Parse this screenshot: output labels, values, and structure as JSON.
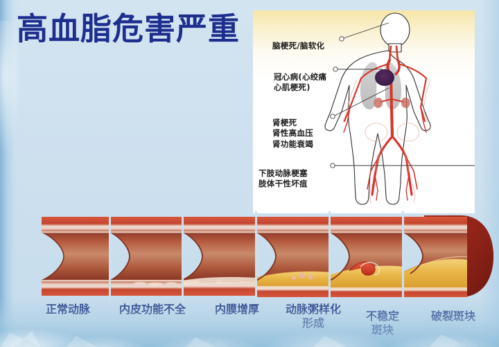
{
  "title": "高血脂危害严重",
  "body_diagram": {
    "labels": [
      {
        "key": "brain",
        "text": "脑梗死/脑软化"
      },
      {
        "key": "heart",
        "text": "冠心病(心绞痛\n心肌梗死)"
      },
      {
        "key": "kidney",
        "text": "肾梗死\n肾性高血压\n肾功能衰竭"
      },
      {
        "key": "limb",
        "text": "下肢动脉梗塞\n肢体干性坏疽"
      }
    ]
  },
  "artery_stages": [
    {
      "index": 0,
      "caption": "正常动脉"
    },
    {
      "index": 1,
      "caption": "内皮功能不全"
    },
    {
      "index": 2,
      "caption": "内膜增厚"
    },
    {
      "index": 3,
      "caption": "动脉粥样化\n形成"
    },
    {
      "index": 4,
      "caption": "不稳定\n斑块"
    },
    {
      "index": 5,
      "caption": "破裂斑块"
    }
  ],
  "colors": {
    "background": "#cde0ee",
    "title_blue": "#1d2f8e",
    "caption_blue": "#1b2f7d",
    "artery_wall": "#c64a32",
    "artery_lumen": "#bb6a4e",
    "plaque_yellow": "#e8b344",
    "thrombus_red": "#cf3a27",
    "panel_top_gold": "#f7e6a8",
    "panel_white": "#ffffff",
    "artery_cap_dark": "#8d2218"
  }
}
